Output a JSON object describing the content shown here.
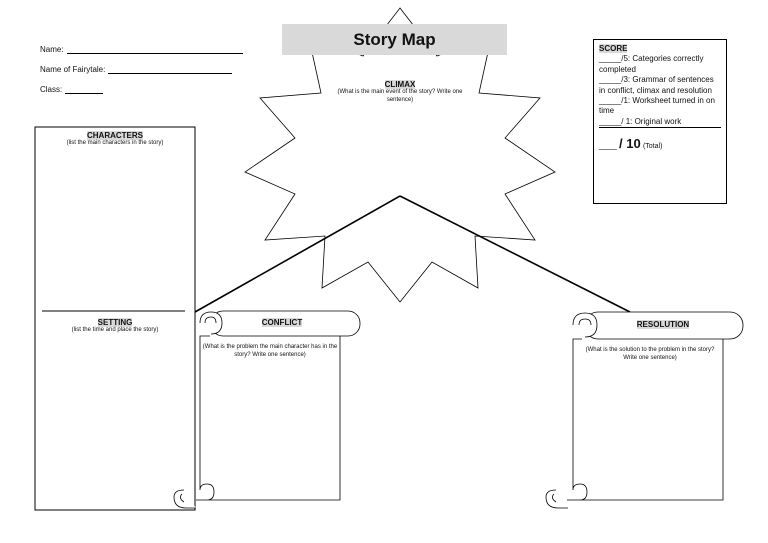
{
  "header": {
    "name_label": "Name:",
    "fairytale_label": "Name of Fairytale:",
    "class_label": "Class:"
  },
  "title": "Story Map",
  "score": {
    "heading": "SCORE",
    "lines": [
      "_____/5: Categories correctly completed",
      "_____/3: Grammar of sentences in conflict, climax and resolution",
      "_____/1: Worksheet turned in on time",
      "_____/ 1: Original work"
    ],
    "total_blank": "____",
    "total_value": "/ 10",
    "total_label": "(Total)"
  },
  "climax": {
    "title": "CLIMAX",
    "desc": "(What is the main event of the story? Write one sentence)"
  },
  "characters": {
    "title": "CHARACTERS",
    "desc": "(list the main characters in the story)"
  },
  "setting": {
    "title": "SETTING",
    "desc": "(list the time and place the story)"
  },
  "conflict": {
    "title": "CONFLICT",
    "desc": "(What is the problem the main character has in the story? Write one sentence)"
  },
  "resolution": {
    "title": "RESOLUTION",
    "desc": "(What is the solution to the problem in the story? Write one sentence)"
  }
}
